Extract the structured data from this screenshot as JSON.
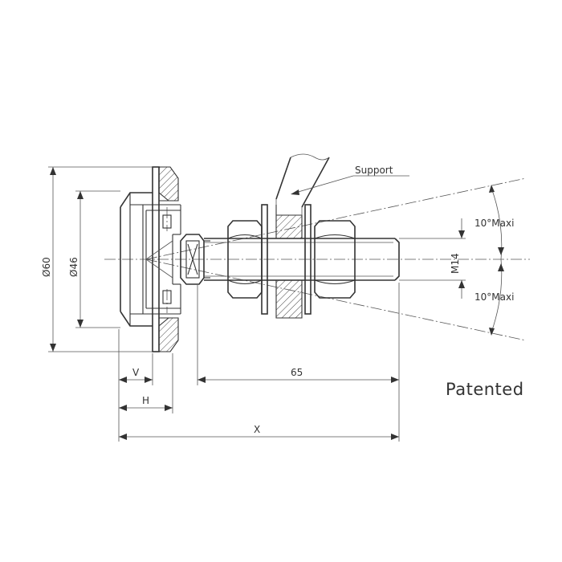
{
  "labels": {
    "support": "Support",
    "patented": "Patented",
    "angle_upper": "10°Maxi",
    "angle_lower": "10°Maxi",
    "thread": "M14",
    "dia_outer": "Ø60",
    "dia_inner": "Ø46",
    "dim_v": "V",
    "dim_h": "H",
    "dim_65": "65",
    "dim_x": "X"
  },
  "colors": {
    "line": "#333333",
    "background": "#ffffff"
  }
}
